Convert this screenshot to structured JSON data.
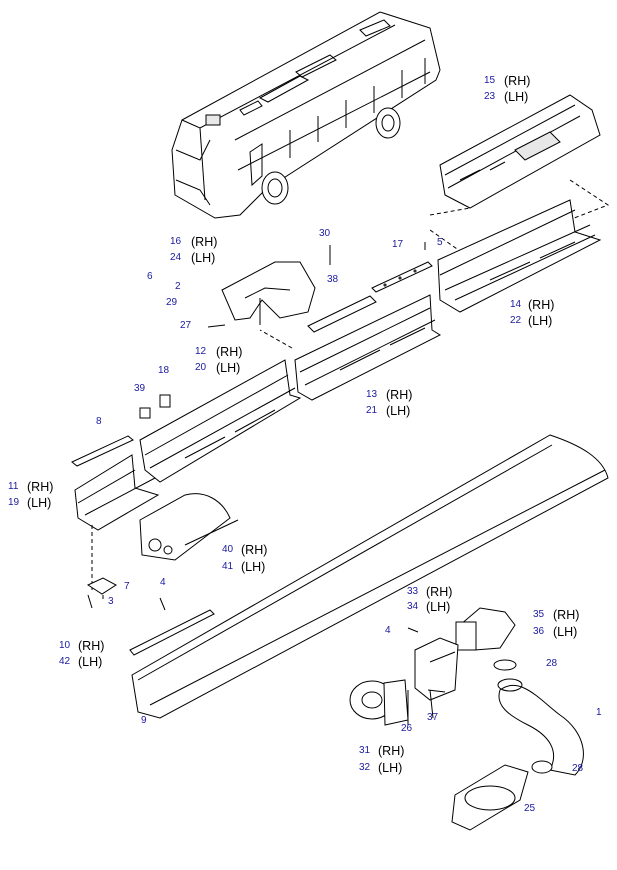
{
  "callouts": {
    "c1": "1",
    "c2": "2",
    "c3": "3",
    "c4a": "4",
    "c4b": "4",
    "c5": "5",
    "c6": "6",
    "c7": "7",
    "c8": "8",
    "c9": "9",
    "c10": "10",
    "c11": "11",
    "c12": "12",
    "c13": "13",
    "c14": "14",
    "c15": "15",
    "c16": "16",
    "c17": "17",
    "c18": "18",
    "c19": "19",
    "c20": "20",
    "c21": "21",
    "c22": "22",
    "c23": "23",
    "c24": "24",
    "c25": "25",
    "c26": "26",
    "c27": "27",
    "c28a": "28",
    "c28b": "28",
    "c29": "29",
    "c30": "30",
    "c31": "31",
    "c32": "32",
    "c33": "33",
    "c34": "34",
    "c35": "35",
    "c36": "36",
    "c37": "37",
    "c38": "38",
    "c39": "39",
    "c40": "40",
    "c41": "41",
    "c42": "42"
  },
  "sides": {
    "rh": "(RH)",
    "lh": "(LH)"
  }
}
